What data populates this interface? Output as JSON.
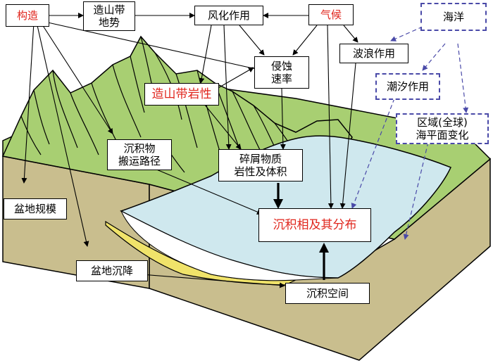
{
  "labels": {
    "tectonics": "构造",
    "orogen_topography": [
      "造山带",
      "地势"
    ],
    "weathering": "风化作用",
    "climate": "气候",
    "ocean": "海洋",
    "erosion_rate": [
      "侵蚀",
      "速率"
    ],
    "wave_action": "波浪作用",
    "orogen_lithology": "造山带岩性",
    "tidal_action": "潮汐作用",
    "sea_level_change": [
      "区域(全球)",
      "海平面变化"
    ],
    "sediment_transport_path": [
      "沉积物",
      "搬运路径"
    ],
    "clastic_material": [
      "碎屑物质",
      "岩性及体积"
    ],
    "basin_scale": "盆地规模",
    "facies_distribution": "沉积相及其分布",
    "basin_subsidence": "盆地沉降",
    "accommodation_space": "沉积空间"
  },
  "colors": {
    "mountain_green": "#a8cf72",
    "basin_khaki": "#c9be8e",
    "water_blue": "#cfe8ee",
    "sediment_yellow": "#f0e36a",
    "red_text": "#e0261d",
    "dashed_blue": "#4a4aa8"
  }
}
